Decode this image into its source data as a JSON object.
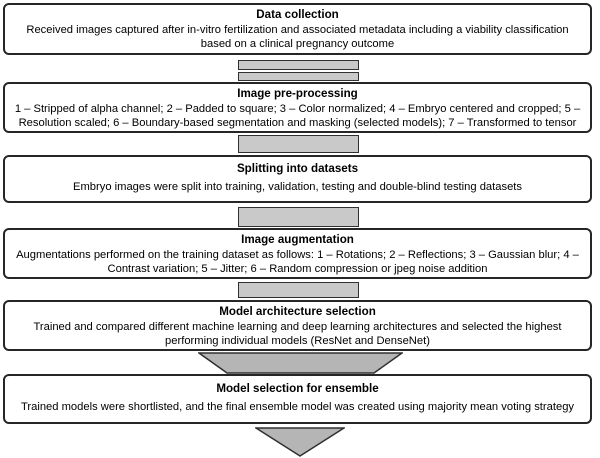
{
  "steps": [
    {
      "title": "Data collection",
      "lines": [
        "Received images captured after in-vitro fertilization and associated metadata including a viability classification",
        "based on a clinical pregnancy outcome"
      ]
    },
    {
      "title": "Image pre-processing",
      "lines": [
        "1 – Stripped of alpha channel; 2 – Padded to square; 3 – Color normalized; 4 – Embryo centered and cropped; 5 –",
        "Resolution scaled; 6 – Boundary-based segmentation and masking (selected models); 7 – Transformed to tensor"
      ]
    },
    {
      "title": "Splitting into datasets",
      "lines": [
        "Embryo images were split into training, validation, testing and double-blind testing datasets"
      ]
    },
    {
      "title": "Image augmentation",
      "lines": [
        "Augmentations performed on the training dataset as follows: 1 – Rotations; 2 – Reflections; 3 – Gaussian blur; 4 –",
        "Contrast variation; 5 – Jitter; 6 – Random compression or jpeg noise addition"
      ]
    },
    {
      "title": "Model architecture selection",
      "lines": [
        "Trained and compared different machine learning and deep learning architectures and selected the highest",
        "performing individual models (ResNet and DenseNet)"
      ]
    },
    {
      "title": "Model selection for ensemble",
      "lines": [
        "Trained models were shortlisted, and the final ensemble model was created using majority mean voting strategy"
      ]
    }
  ],
  "colors": {
    "border": "#262626",
    "connector_fill": "#c9c9c9",
    "arrow_fill": "#b5b5b5"
  }
}
